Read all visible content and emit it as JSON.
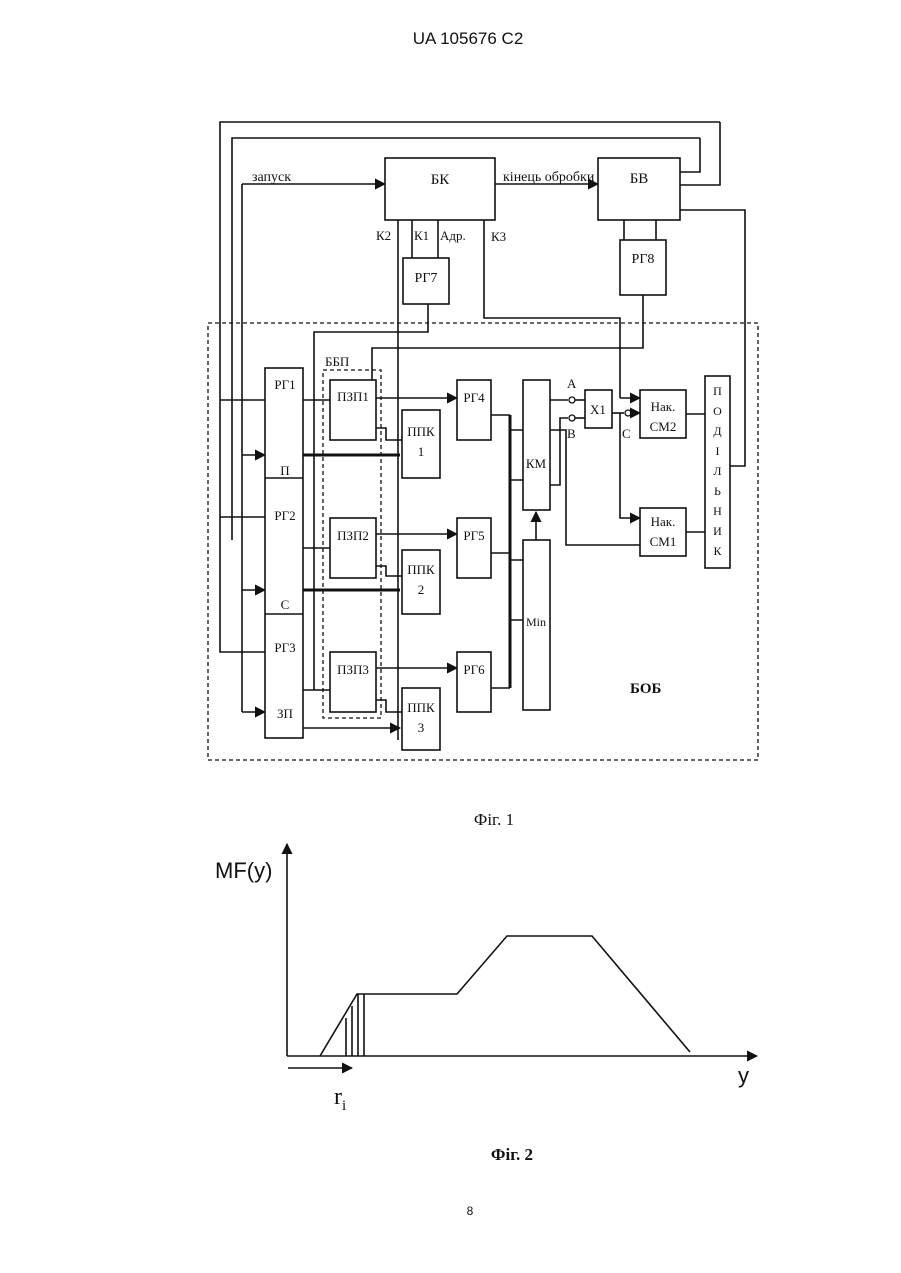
{
  "header": {
    "patent_number": "UA   105676   C2"
  },
  "fig1": {
    "caption": "Фіг. 1",
    "blocks": {
      "bk": "БК",
      "bv": "БВ",
      "rg7": "РГ7",
      "rg8": "РГ8",
      "rg1": "РГ1",
      "rg2": "РГ2",
      "rg3": "РГ3",
      "pzp1": "ПЗП1",
      "pzp2": "ПЗП2",
      "pzp3": "ПЗП3",
      "rg4": "РГ4",
      "rg5": "РГ5",
      "rg6": "РГ6",
      "ppk1": [
        "ППК",
        "1"
      ],
      "ppk2": [
        "ППК",
        "2"
      ],
      "ppk3": [
        "ППК",
        "3"
      ],
      "km": "КМ",
      "min": "Min",
      "x1": "X1",
      "sm2": [
        "Нак.",
        "СМ2"
      ],
      "sm1": [
        "Нак.",
        "СМ1"
      ],
      "divider": [
        "П",
        "О",
        "Д",
        "І",
        "Л",
        "Ь",
        "Н",
        "И",
        "К"
      ]
    },
    "labels": {
      "start": "запуск",
      "end_processing": "кінець обробки",
      "k2": "К2",
      "k1": "К1",
      "addr": "Адр.",
      "k3": "К3",
      "bbp": "ББП",
      "bob": "БОБ",
      "a": "А",
      "b": "В",
      "c_out": "С",
      "p": "П",
      "c": "С",
      "zp": "ЗП"
    }
  },
  "fig2": {
    "caption": "Фіг.  2",
    "y_axis_label": "MF(y)",
    "x_axis_label": "y",
    "r_label": "r",
    "r_subscript": "i"
  },
  "footer": {
    "page_number": "8"
  }
}
